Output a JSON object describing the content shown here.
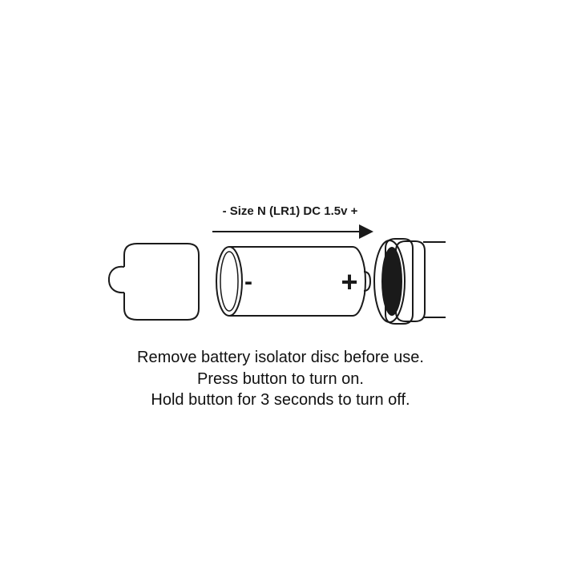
{
  "battery_label": "- Size N (LR1) DC 1.5v +",
  "battery_minus": "-",
  "battery_plus": "+",
  "instructions": [
    "Remove battery isolator disc before use.",
    "Press button to turn on.",
    "Hold button for 3 seconds to turn off."
  ],
  "colors": {
    "stroke": "#1a1a1a",
    "fill_dark": "#1a1a1a",
    "background": "#ffffff"
  }
}
